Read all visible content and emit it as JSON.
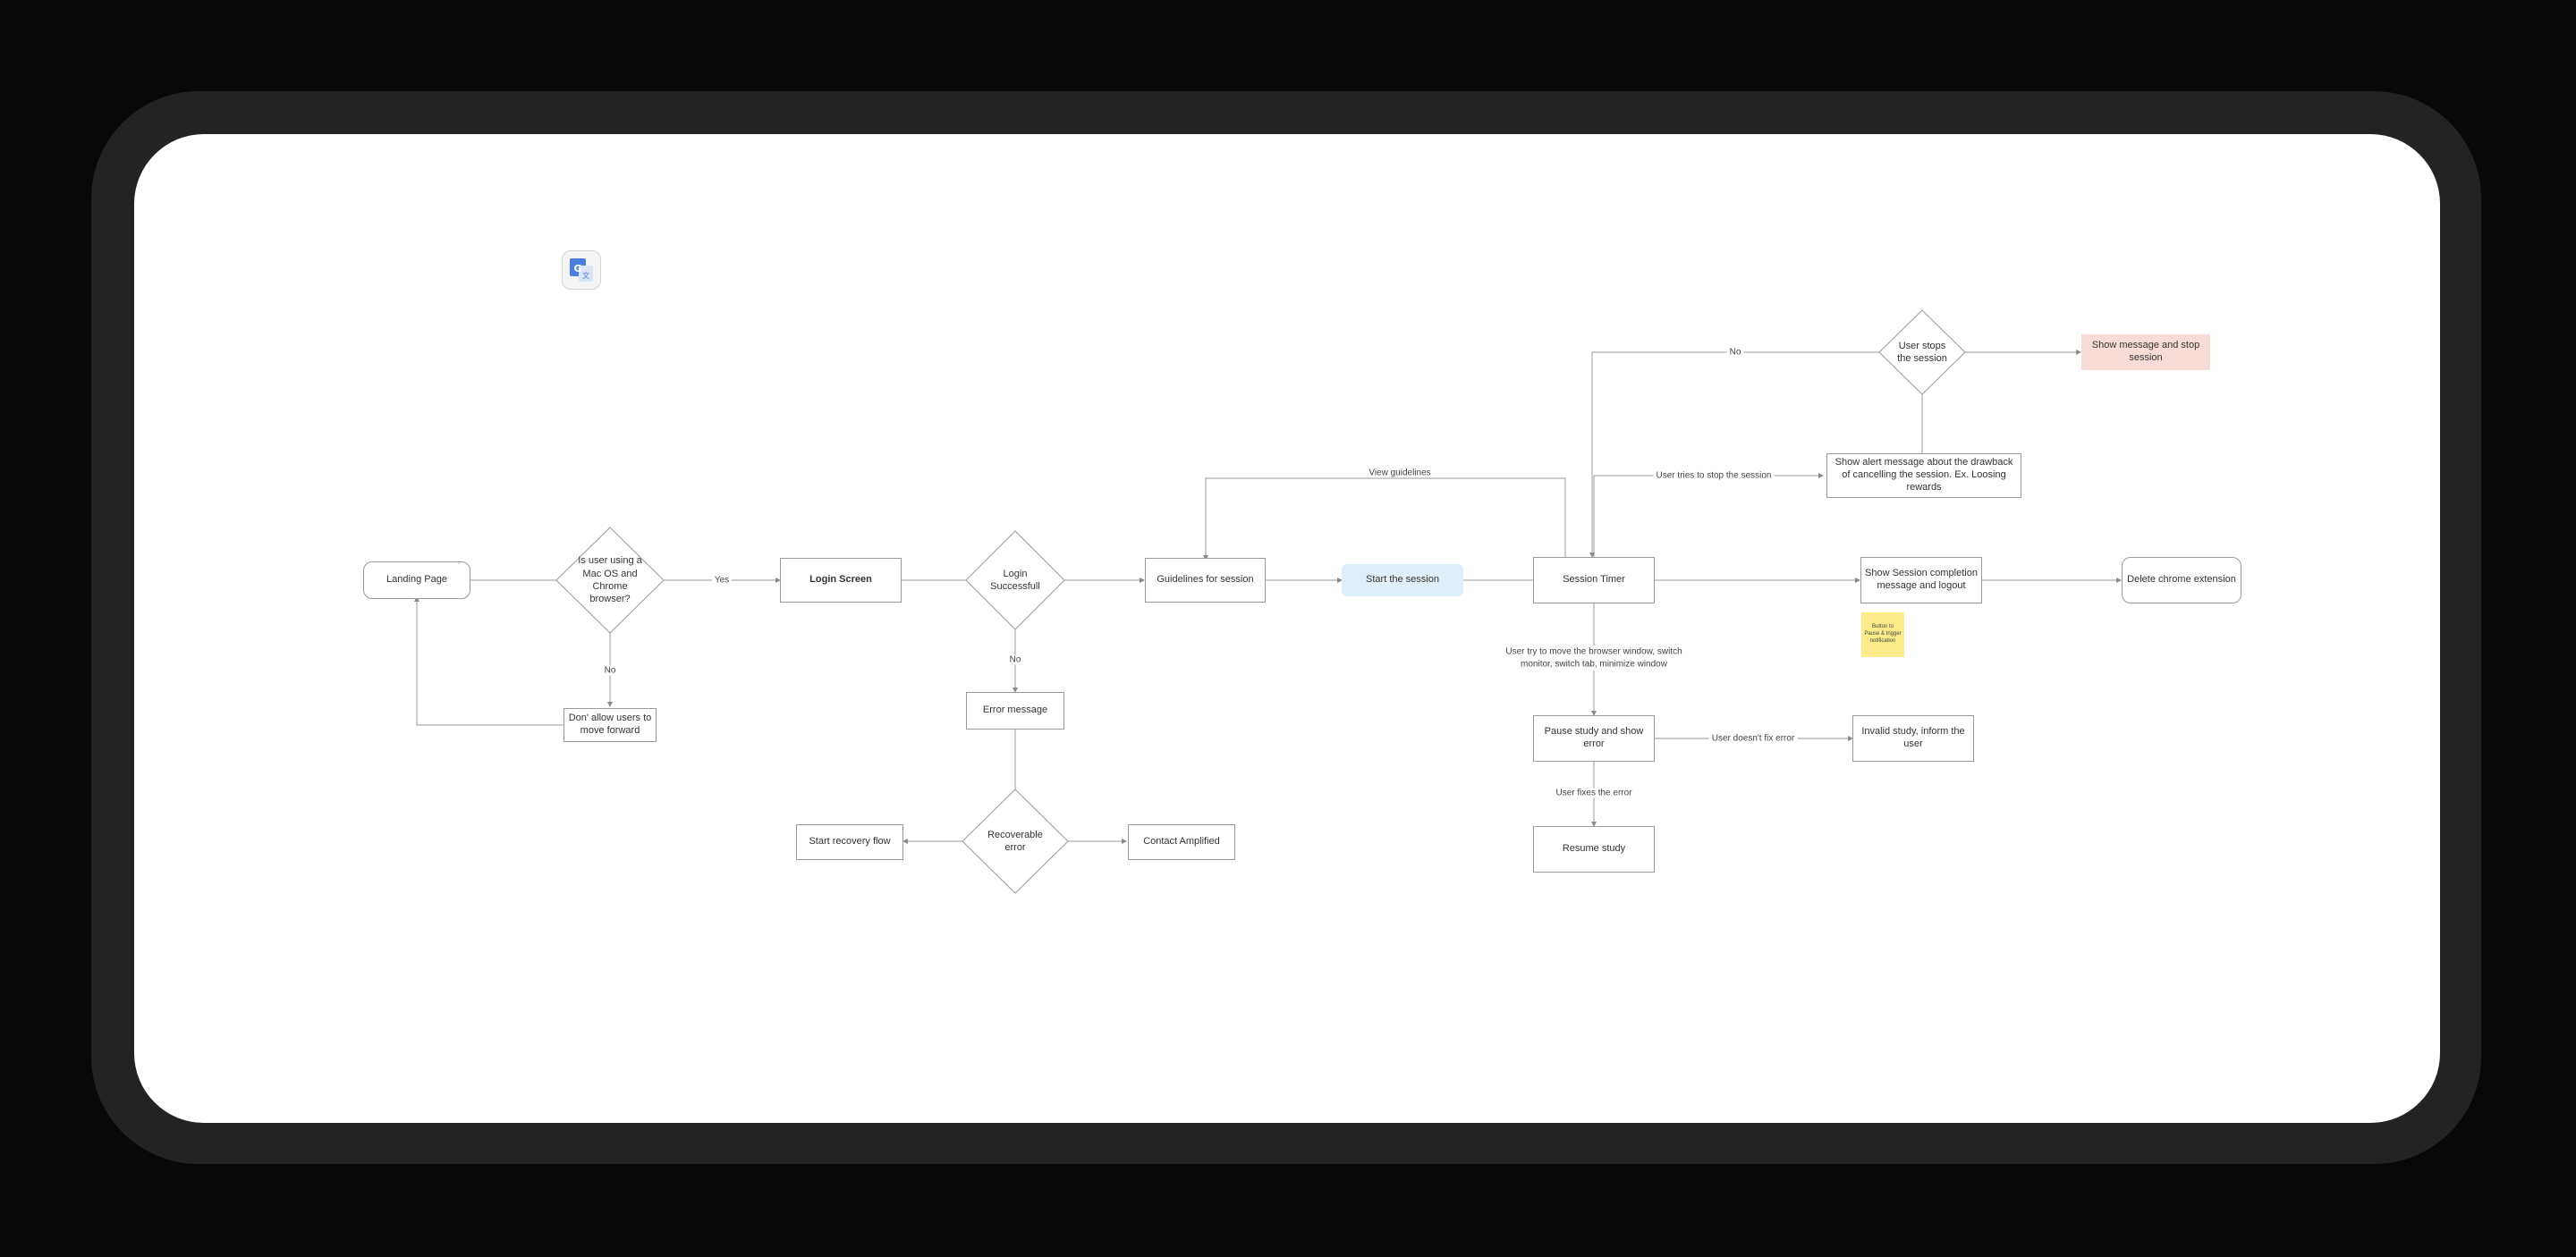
{
  "nodes": {
    "landing_page": "Landing Page",
    "is_mac_chrome": "Is user using a Mac OS and Chrome browser?",
    "dont_allow": "Don' allow users to move forward",
    "login_screen": "Login Screen",
    "login_successful": "Login Successfull",
    "error_message": "Error message",
    "recoverable_error": "Recoverable error",
    "start_recovery": "Start recovery flow",
    "contact_amplified": "Contact Amplified",
    "guidelines": "Guidelines for session",
    "start_session": "Start the session",
    "session_timer": "Session Timer",
    "user_stops_session": "User stops the session",
    "show_message_stop": "Show message and stop session",
    "alert_message": "Show alert message about the drawback of cancelling the session. Ex. Loosing rewards",
    "session_completion": "Show Session completion message and logout",
    "delete_extension": "Delete chrome extension",
    "pause_study": "Pause study and show error",
    "invalid_study": "Invalid study, inform the user",
    "resume_study": "Resume study",
    "sticky_note": "Button to Pause & trigger notification"
  },
  "edges": {
    "yes": "Yes",
    "no_mac": "No",
    "no_login": "No",
    "view_guidelines": "View guidelines",
    "no_stop": "No",
    "user_tries_stop": "User tries to stop the session",
    "user_move_window": "User try to move the browser window, switch monitor, switch tab, minimize window",
    "user_doesnt_fix": "User doesn't fix error",
    "user_fixes": "User fixes the error"
  },
  "icons": {
    "app_icon": "google-translate-icon"
  },
  "colors": {
    "background": "#080808",
    "frame": "#232323",
    "canvas": "#ffffff",
    "highlight_blue": "#dff0fa",
    "highlight_pink": "#f9dcd7",
    "sticky_yellow": "#fbeb8a",
    "stroke": "#9a9a9a"
  }
}
